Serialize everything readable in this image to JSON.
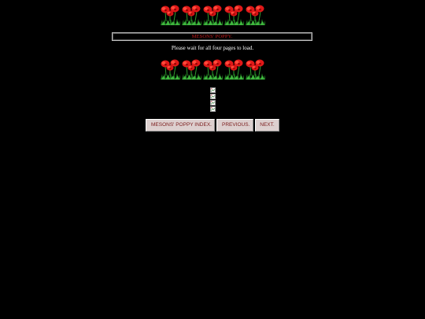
{
  "page": {
    "title_box": "MESONS' POPPY.",
    "wait_message": "Please wait for all four pages to load."
  },
  "decor": {
    "icon": "poppy-flower-icon",
    "count_per_row": 5,
    "colors": {
      "petal": "#e01818",
      "petal_dark": "#8c0000",
      "stem": "#2e9a2e",
      "leaf": "#1f7a1f"
    }
  },
  "broken_images": {
    "icon": "broken-image-icon",
    "count": 4
  },
  "nav": {
    "index_label": "MESONS' POPPY INDEX.",
    "previous_label": "PREVIOUS.",
    "next_label": "NEXT."
  },
  "colors": {
    "background": "#000000",
    "title_text": "#c81c1c",
    "button_bg": "#ddd0cf",
    "button_text": "#7a1a1a"
  }
}
